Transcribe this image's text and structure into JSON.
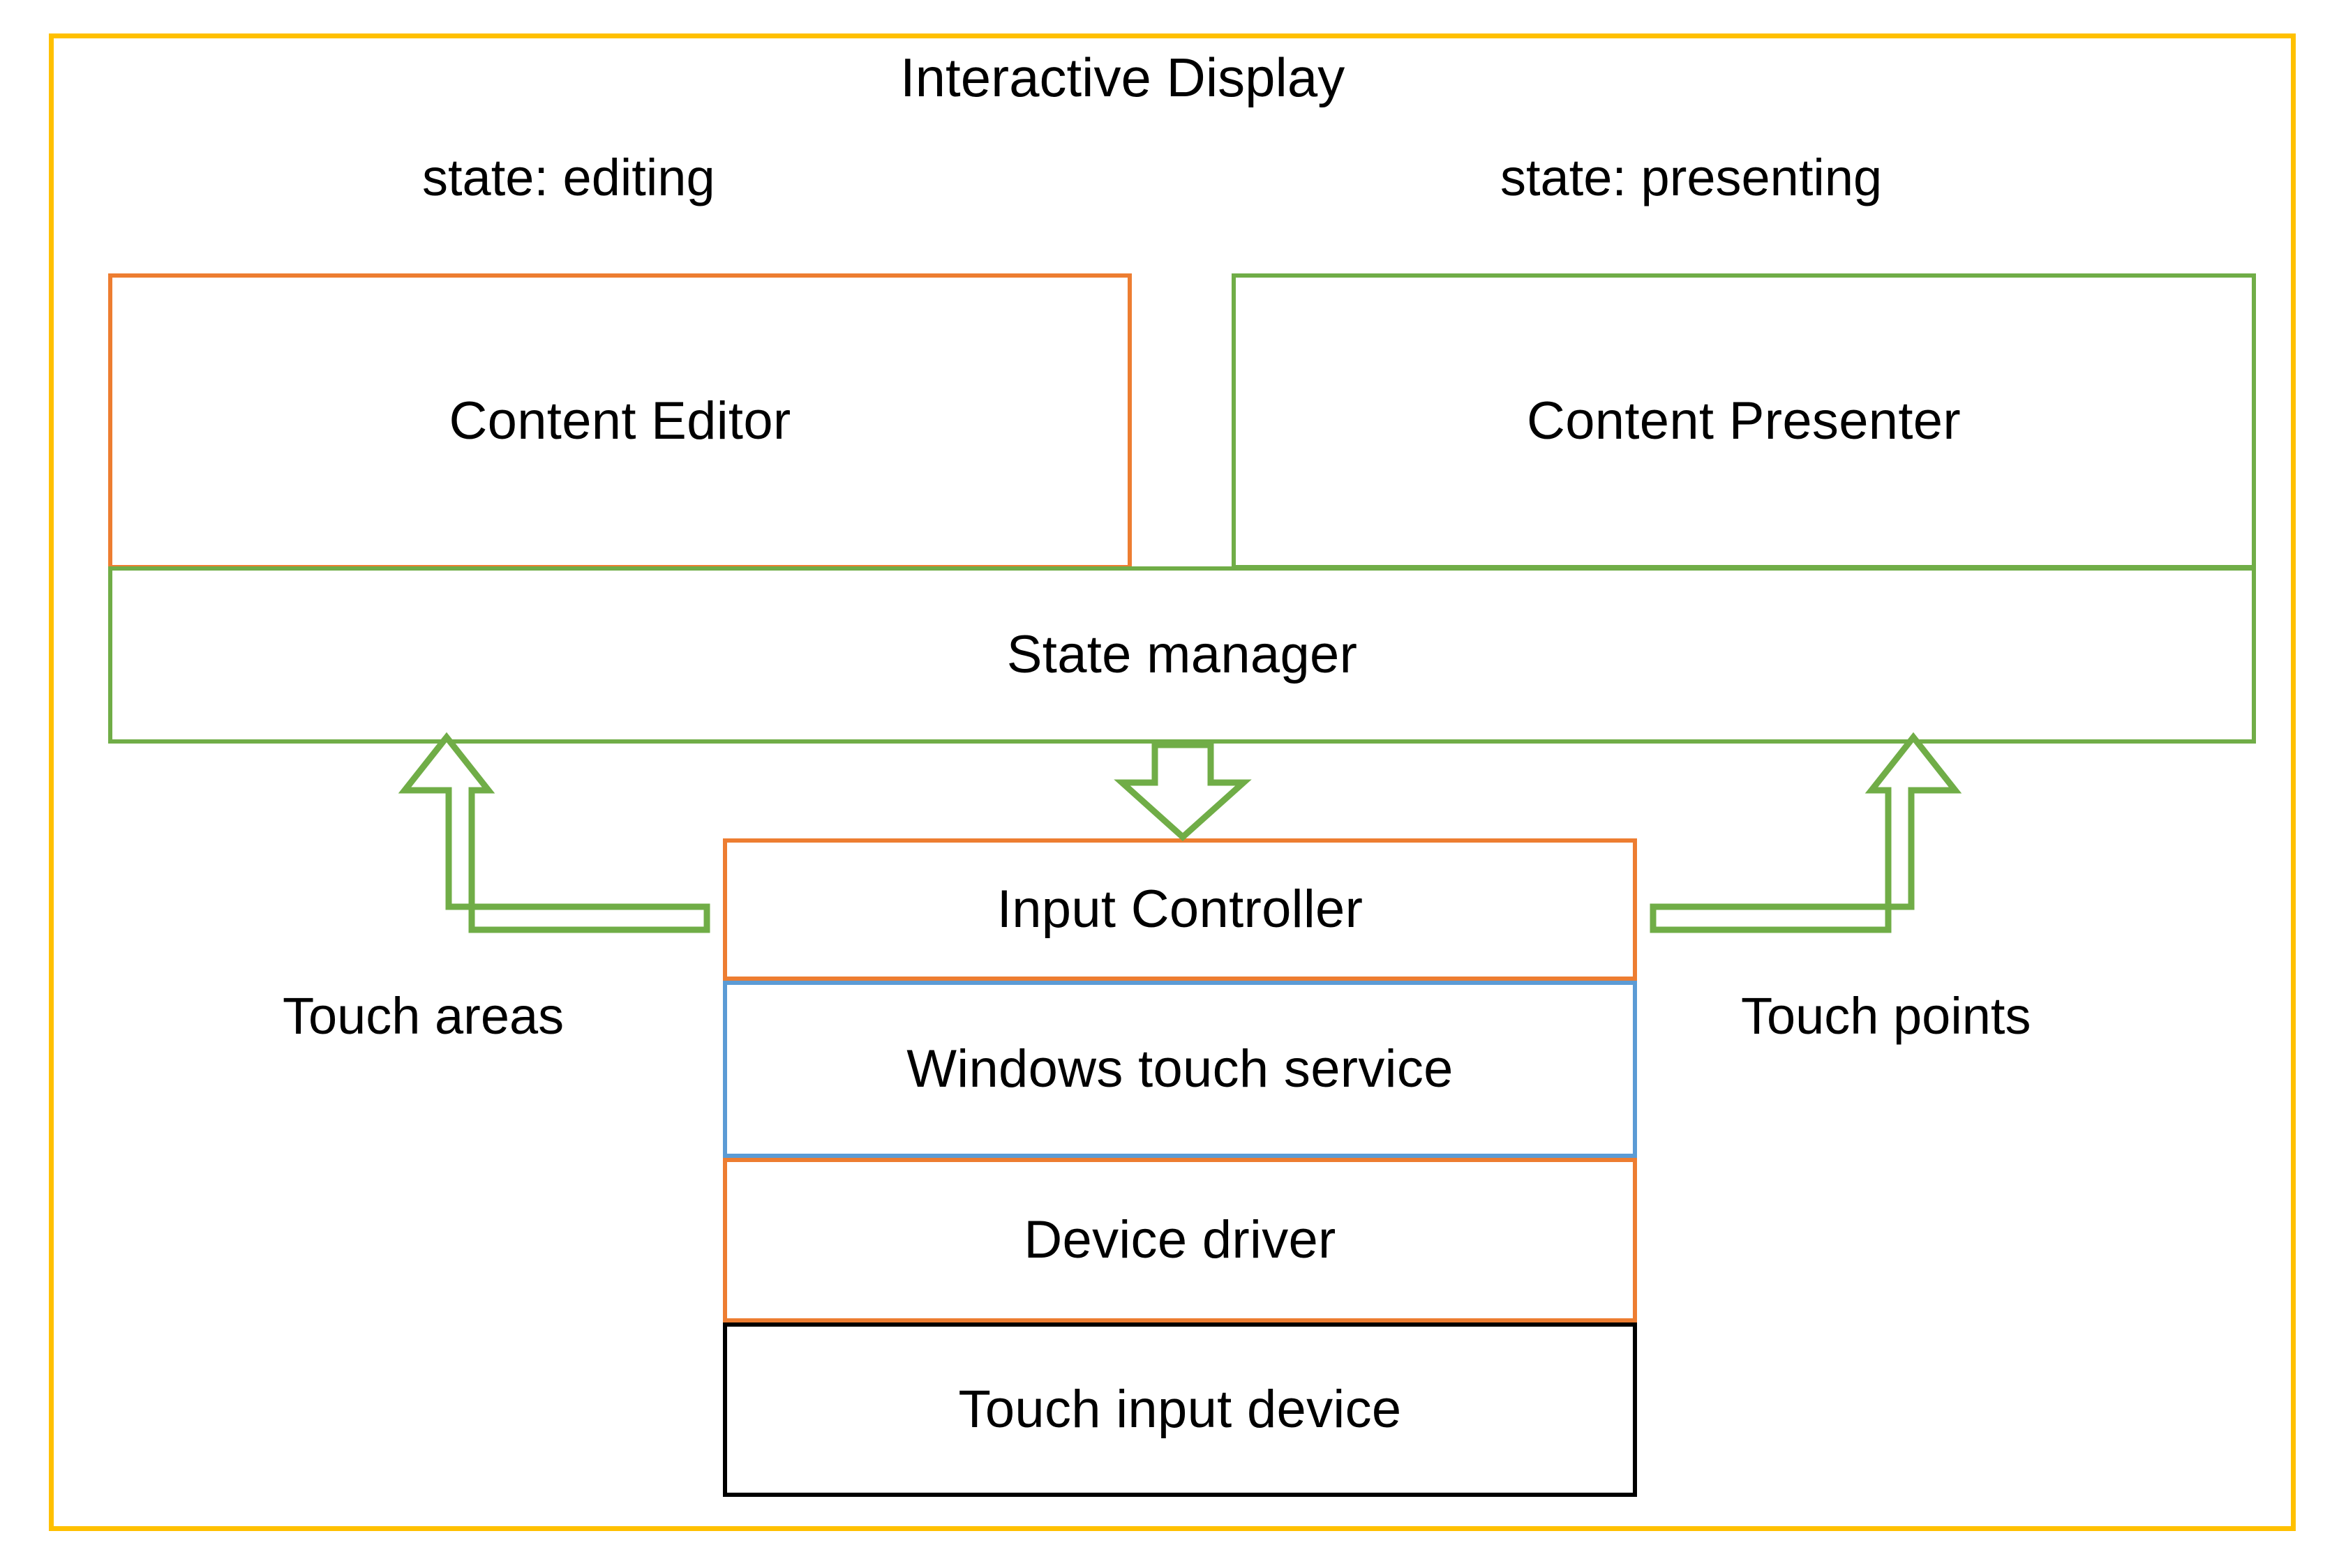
{
  "diagram": {
    "title": "Interactive Display",
    "frame": {
      "color": "#FFC000",
      "name": "interactive-display-frame"
    },
    "states": {
      "left": "state: editing",
      "right": "state: presenting"
    },
    "boxes": [
      {
        "id": "content-editor",
        "label": "Content Editor",
        "border_color": "#ED7D31"
      },
      {
        "id": "content-presenter",
        "label": "Content Presenter",
        "border_color": "#70AD47"
      },
      {
        "id": "state-manager",
        "label": "State manager",
        "border_color": "#70AD47"
      },
      {
        "id": "input-controller",
        "label": "Input Controller",
        "border_color": "#ED7D31"
      },
      {
        "id": "windows-touch-service",
        "label": "Windows touch service",
        "border_color": "#5B9BD5"
      },
      {
        "id": "device-driver",
        "label": "Device driver",
        "border_color": "#ED7D31"
      },
      {
        "id": "touch-input-device",
        "label": "Touch input device",
        "border_color": "#000000"
      }
    ],
    "flows": [
      {
        "id": "touch-areas",
        "label": "Touch areas",
        "arrow": "elbow-up-left",
        "color": "#70AD47"
      },
      {
        "id": "state-to-input",
        "label": "",
        "arrow": "down",
        "color": "#70AD47"
      },
      {
        "id": "touch-points",
        "label": "Touch points",
        "arrow": "elbow-up-right",
        "color": "#70AD47"
      }
    ],
    "colors": {
      "amber": "#FFC000",
      "orange": "#ED7D31",
      "green": "#70AD47",
      "blue": "#5B9BD5",
      "black": "#000000",
      "text": "#000000",
      "background": "#FFFFFF"
    }
  }
}
